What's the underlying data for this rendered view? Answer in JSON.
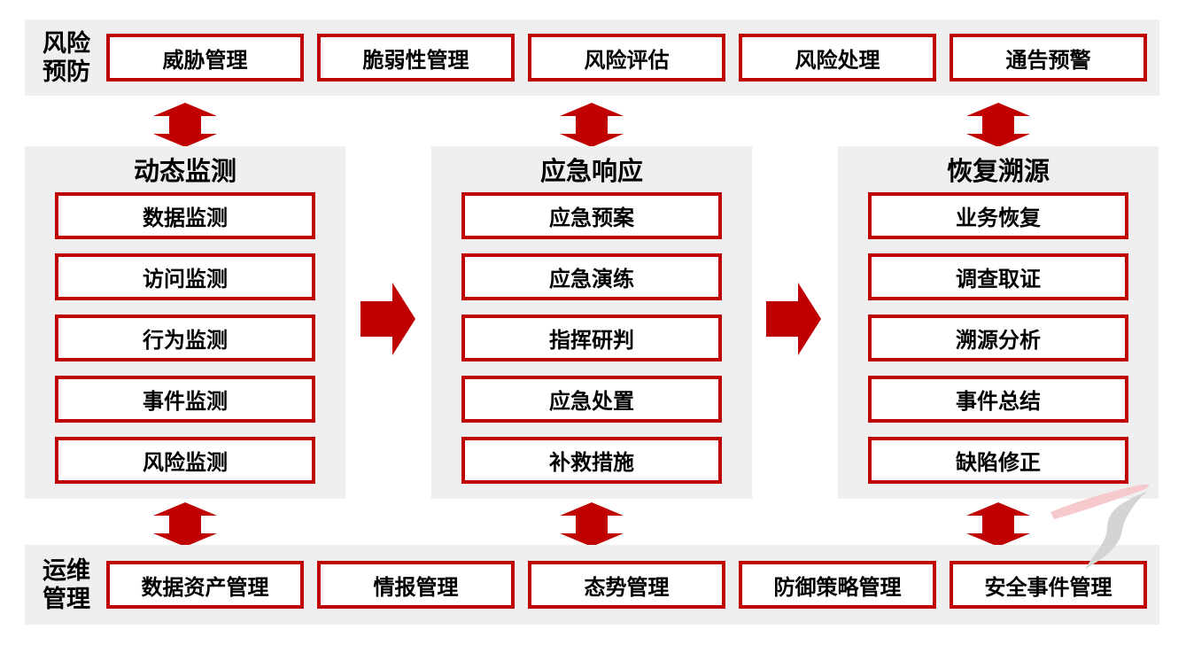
{
  "diagram": {
    "top_band": {
      "label_line1": "风险",
      "label_line2": "预防",
      "boxes": [
        "威胁管理",
        "脆弱性管理",
        "风险评估",
        "风险处理",
        "通告预警"
      ]
    },
    "columns": [
      {
        "title": "动态监测",
        "items": [
          "数据监测",
          "访问监测",
          "行为监测",
          "事件监测",
          "风险监测"
        ]
      },
      {
        "title": "应急响应",
        "items": [
          "应急预案",
          "应急演练",
          "指挥研判",
          "应急处置",
          "补救措施"
        ]
      },
      {
        "title": "恢复溯源",
        "items": [
          "业务恢复",
          "调查取证",
          "溯源分析",
          "事件总结",
          "缺陷修正"
        ]
      }
    ],
    "bottom_band": {
      "label_line1": "运维",
      "label_line2": "管理",
      "boxes": [
        "数据资产管理",
        "情报管理",
        "态势管理",
        "防御策略管理",
        "安全事件管理"
      ]
    },
    "colors": {
      "accent_red": "#C00000",
      "panel_bg": "#EFEFEF",
      "box_bg": "#FFFFFF",
      "text": "#000000",
      "swoosh_pink": "#F6C9CD",
      "swoosh_gray": "#D4D4D2"
    }
  }
}
